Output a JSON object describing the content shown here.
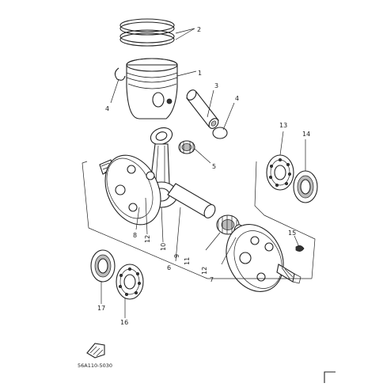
{
  "callouts": {
    "c1": "1",
    "c2": "2",
    "c3": "3",
    "c4a": "4",
    "c4b": "4",
    "c5": "5",
    "c6": "6",
    "c7": "7",
    "c8": "8",
    "c9": "9",
    "c10": "10",
    "c11": "11",
    "c12a": "12",
    "c12b": "12",
    "c13": "13",
    "c14": "14",
    "c15": "15",
    "c16": "16",
    "c17": "17"
  },
  "footer": {
    "diagram_code": "56A110-5030"
  }
}
